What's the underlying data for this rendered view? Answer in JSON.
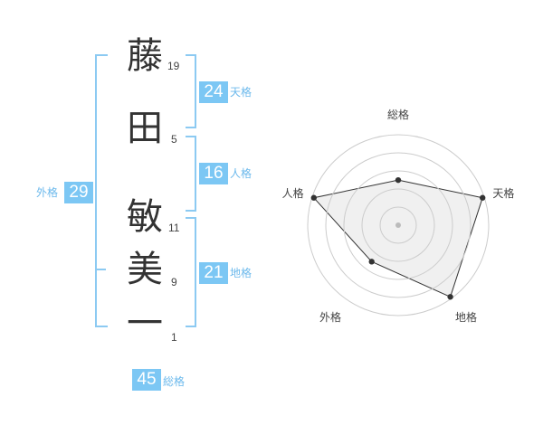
{
  "name_chars": [
    {
      "char": "藤",
      "strokes": "19"
    },
    {
      "char": "田",
      "strokes": "5"
    },
    {
      "char": "敏",
      "strokes": "11"
    },
    {
      "char": "美",
      "strokes": "9"
    },
    {
      "char": "一",
      "strokes": "1"
    }
  ],
  "kaku": {
    "tenkaku": {
      "value": "24",
      "label": "天格"
    },
    "jinkaku": {
      "value": "16",
      "label": "人格"
    },
    "chikaku": {
      "value": "21",
      "label": "地格"
    },
    "gaikaku": {
      "value": "29",
      "label": "外格"
    },
    "soukaku": {
      "value": "45",
      "label": "総格"
    }
  },
  "chart_data": {
    "type": "radar",
    "axes": [
      "総格",
      "天格",
      "地格",
      "外格",
      "人格"
    ],
    "values": [
      3,
      5,
      5,
      3,
      5
    ],
    "max": 5,
    "rings": 5,
    "colors": {
      "fill": "#f0f0f0",
      "line": "#333333",
      "ring": "#cccccc"
    }
  }
}
